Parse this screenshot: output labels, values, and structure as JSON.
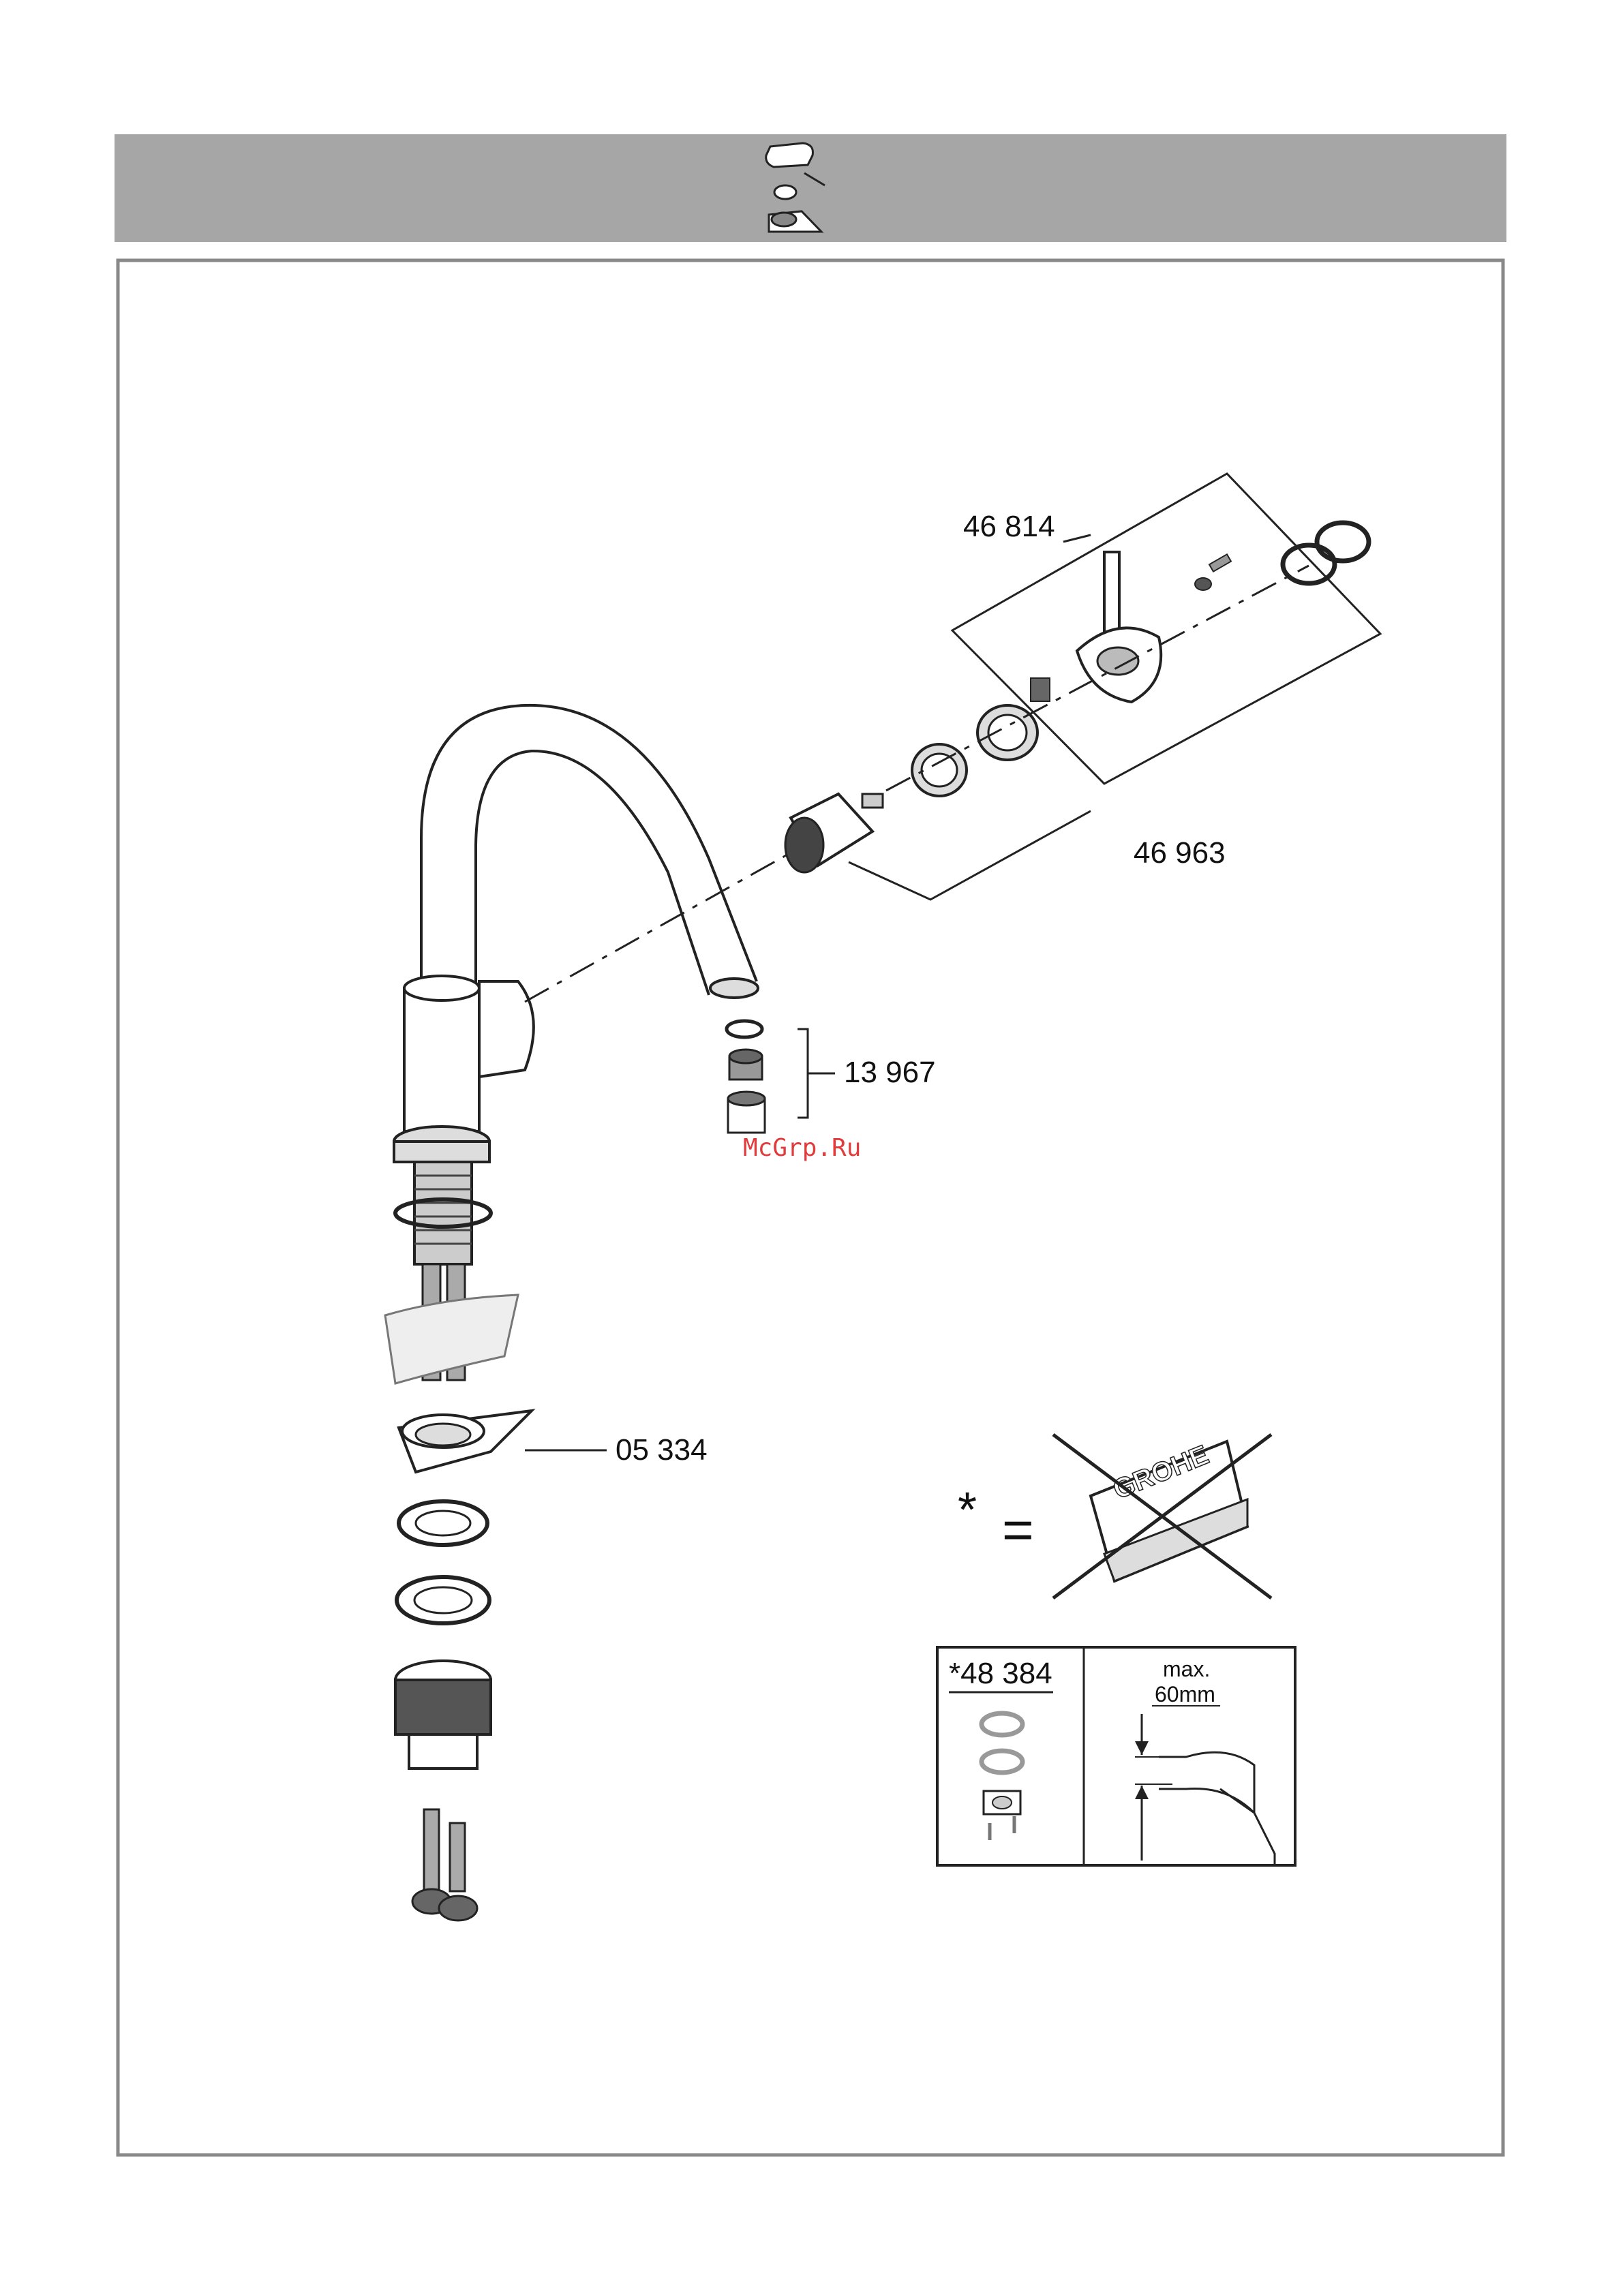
{
  "header": {
    "band_color": "#a6a6a6",
    "icon": "single-lever-handle-icon"
  },
  "parts": {
    "handle_kit": "46 814",
    "cartridge_kit": "46 963",
    "aerator_kit": "13 967",
    "lock_nut": "05 334"
  },
  "note": {
    "asterisk": "*",
    "equals": "=",
    "crossed_item_brand": "GROHE",
    "crossed_icon": "crossed-out-box-icon"
  },
  "spec_box": {
    "part_number": "*48 384",
    "dimension_label": "max.",
    "dimension_value": "60mm"
  },
  "watermark": "McGrp.Ru"
}
